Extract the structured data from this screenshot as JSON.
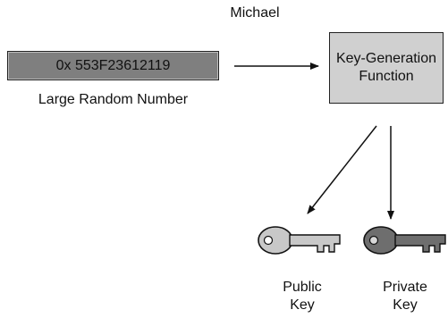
{
  "actor": "Michael",
  "random_number": {
    "value": "0x 553F23612119",
    "label": "Large Random Number"
  },
  "key_generation_function": {
    "line1": "Key-Generation",
    "line2": "Function"
  },
  "public_key": {
    "line1": "Public",
    "line2": "Key",
    "color": "#c8c8c8"
  },
  "private_key": {
    "line1": "Private",
    "line2": "Key",
    "color": "#6e6e6e"
  },
  "colors": {
    "random_box_fill": "#7f7f7f",
    "kgf_box_fill": "#d0d0d0",
    "stroke": "#111111"
  },
  "icons": [
    "public-key-icon",
    "private-key-icon"
  ]
}
